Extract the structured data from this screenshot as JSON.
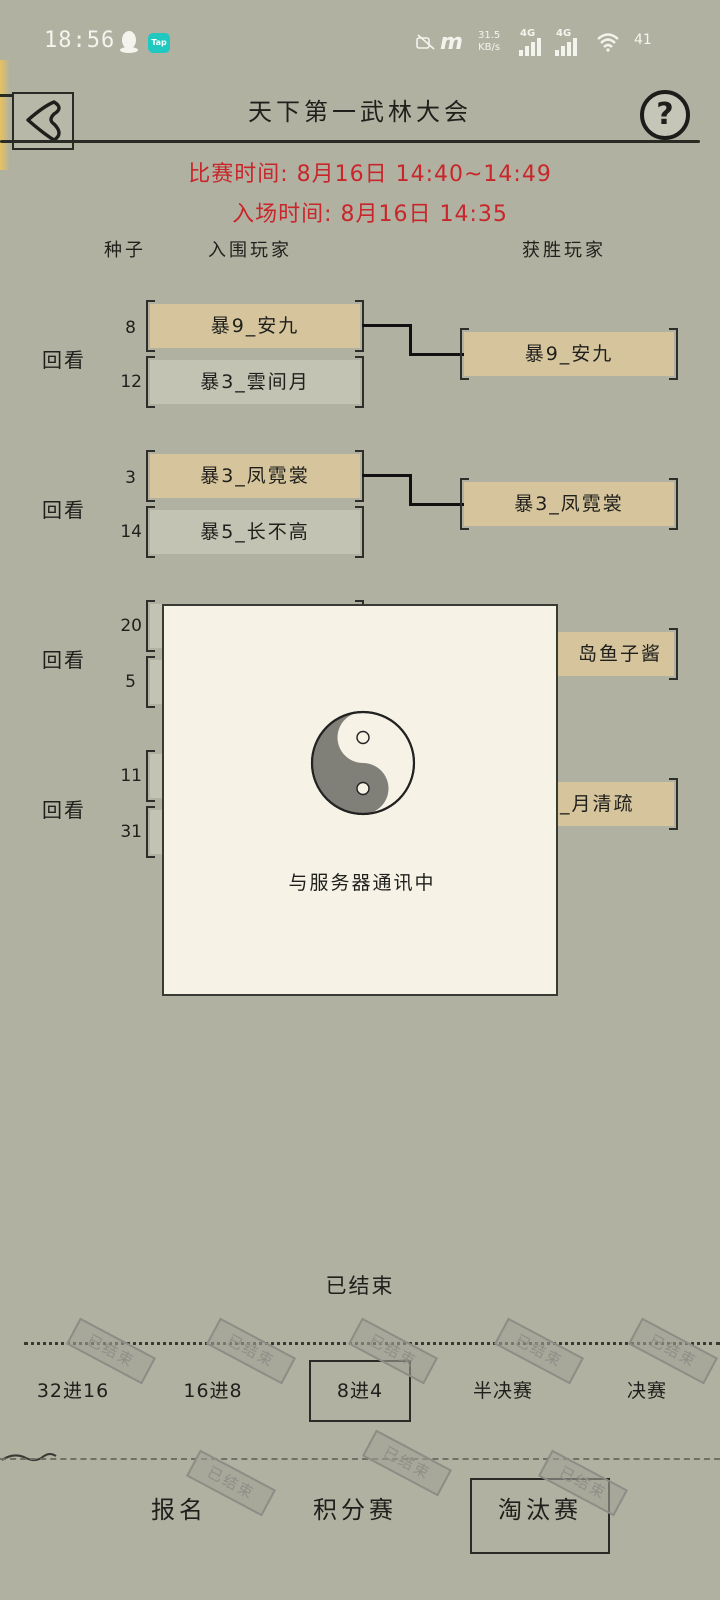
{
  "status_bar": {
    "time": "18:56",
    "speed_value": "31.5",
    "speed_unit": "KB/s",
    "net1": "4G",
    "net2": "4G",
    "battery": "41"
  },
  "header": {
    "title": "天下第一武林大会",
    "help_label": "?"
  },
  "schedule": {
    "match_time": "比赛时间: 8月16日  14:40~14:49",
    "entry_time": "入场时间: 8月16日  14:35"
  },
  "columns": {
    "seed": "种子",
    "qualified": "入围玩家",
    "winner": "获胜玩家"
  },
  "replay_label": "回看",
  "matches": [
    {
      "seed_a": "8",
      "player_a": "暴9_安九",
      "seed_b": "12",
      "player_b": "暴3_雲间月",
      "winner": "暴9_安九"
    },
    {
      "seed_a": "3",
      "player_a": "暴3_凤霓裳",
      "seed_b": "14",
      "player_b": "暴5_长不高",
      "winner": "暴3_凤霓裳"
    },
    {
      "seed_a": "20",
      "player_a": "",
      "seed_b": "5",
      "player_b": "",
      "winner": "岛鱼子酱"
    },
    {
      "seed_a": "11",
      "player_a": "",
      "seed_b": "31",
      "player_b": "",
      "winner": "_月清疏"
    }
  ],
  "modal": {
    "message": "与服务器通讯中"
  },
  "stage_status": "已结束",
  "stage_tabs": [
    {
      "label": "32进16",
      "stamp": "已结束"
    },
    {
      "label": "16进8",
      "stamp": "已结束"
    },
    {
      "label": "8进4",
      "stamp": "已结束"
    },
    {
      "label": "半决赛",
      "stamp": "已结束"
    },
    {
      "label": "决赛",
      "stamp": "已结束"
    }
  ],
  "main_tabs": [
    {
      "label": "报名",
      "stamp": "已结束"
    },
    {
      "label": "积分赛",
      "stamp": "已结束"
    },
    {
      "label": "淘汰赛",
      "stamp": "已结束"
    }
  ],
  "colors": {
    "background": "#b1b1a1",
    "schedule_red": "#c8262a",
    "winner_slot": "#d6c59c",
    "modal_bg": "#f6f3e6"
  }
}
